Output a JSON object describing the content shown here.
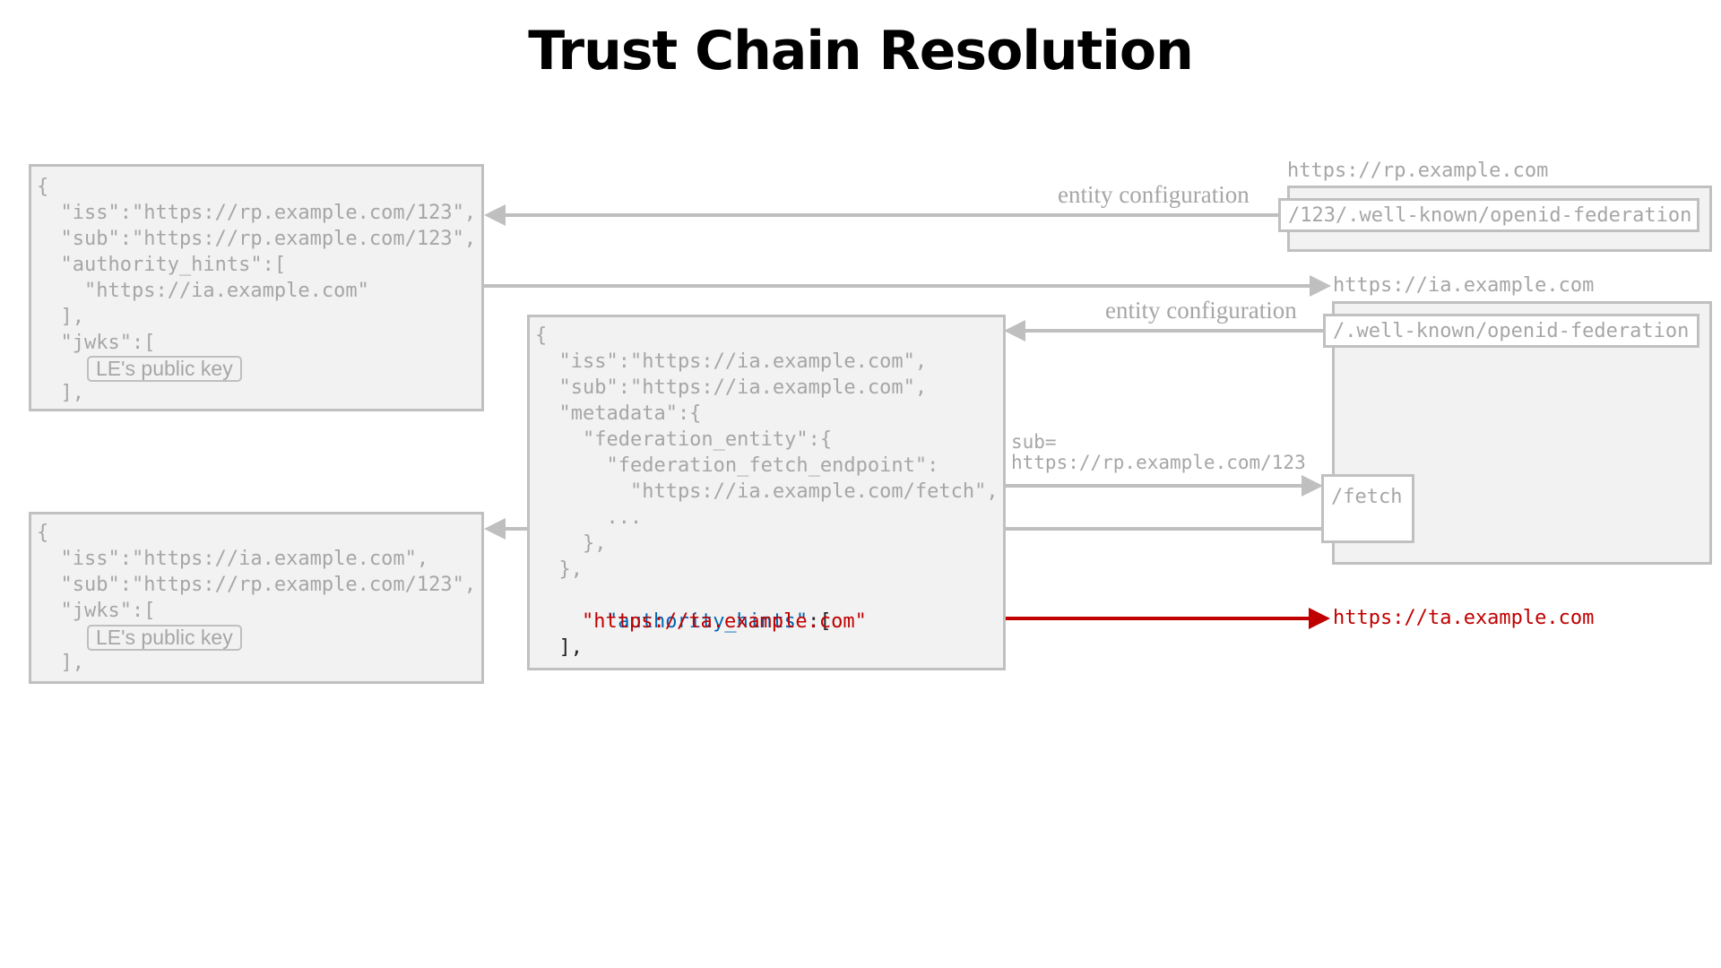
{
  "title": "Trust Chain Resolution",
  "rp_statement": {
    "lines": [
      "{",
      "  \"iss\":\"https://rp.example.com/123\",",
      "  \"sub\":\"https://rp.example.com/123\",",
      "  \"authority_hints\":[",
      "    \"https://ia.example.com\"",
      "  ],",
      "  \"jwks\":[",
      "  ],"
    ],
    "key_label": "LE's public key"
  },
  "ia_statement": {
    "lines": [
      "{",
      "  \"iss\":\"https://ia.example.com\",",
      "  \"sub\":\"https://ia.example.com\",",
      "  \"metadata\":{",
      "    \"federation_entity\":{",
      "      \"federation_fetch_endpoint\":",
      "        \"https://ia.example.com/fetch\",",
      "      ...",
      "    },",
      "  },"
    ],
    "authority_hints_key": "\"authority_hints\"",
    "authority_hints_suffix": ":[",
    "ta_hint": "\"https://ta.example.com\"",
    "closing": "  ],"
  },
  "subordinate_statement": {
    "lines": [
      "{",
      "  \"iss\":\"https://ia.example.com\",",
      "  \"sub\":\"https://rp.example.com/123\",",
      "  \"jwks\":[",
      "  ],"
    ],
    "key_label": "LE's public key"
  },
  "rp_server": {
    "host": "https://rp.example.com",
    "path": "/123/.well-known/openid-federation"
  },
  "ia_server": {
    "host": "https://ia.example.com",
    "path": "/.well-known/openid-federation",
    "fetch_path": "/fetch"
  },
  "ta_server": {
    "host": "https://ta.example.com"
  },
  "labels": {
    "entity_configuration_1": "entity configuration",
    "entity_configuration_2": "entity configuration",
    "sub_param_1": "sub=",
    "sub_param_2": "https://rp.example.com/123"
  },
  "colors": {
    "gray": "#a6a6a6",
    "blue": "#0066b3",
    "red": "#c00000",
    "box_fill": "#f2f2f2",
    "box_border": "#c0c0c0"
  }
}
